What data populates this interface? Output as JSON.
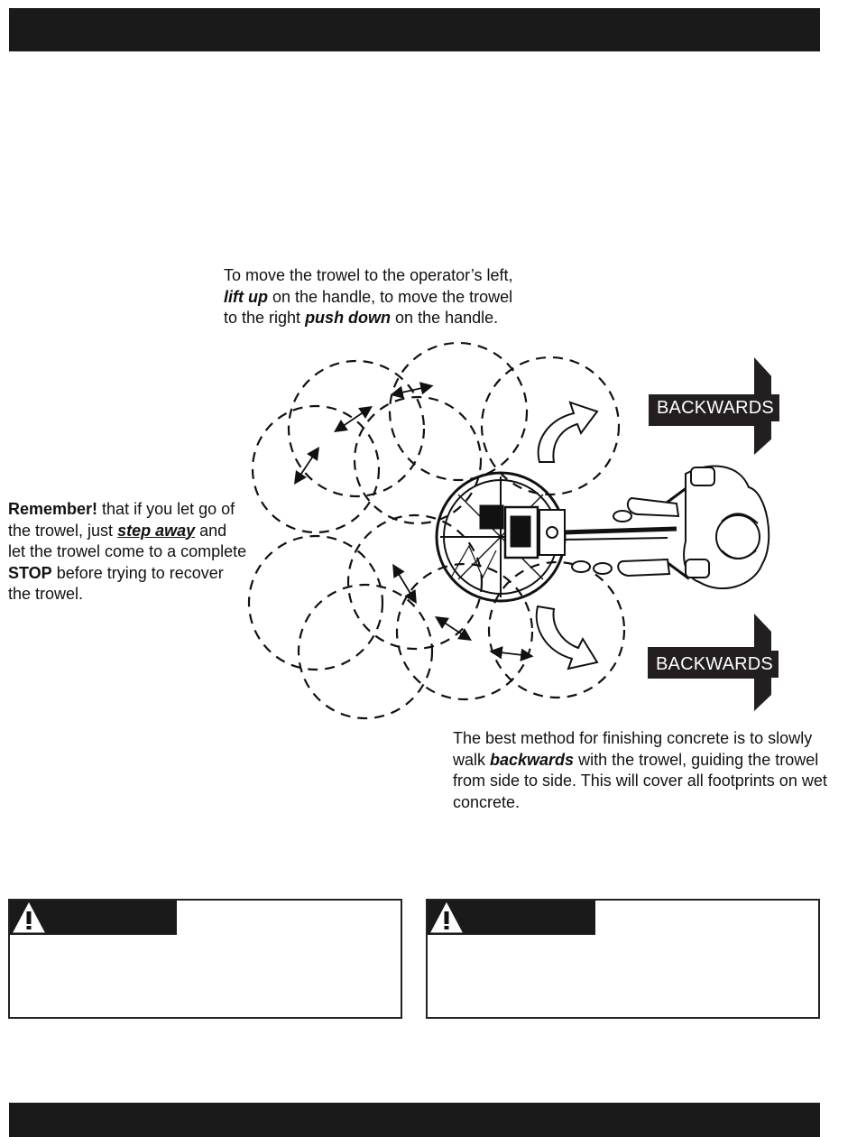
{
  "top_instruction": {
    "p1": "To move the trowel to the operator’s left, ",
    "e1": "lift up",
    "p2": " on the handle, to move the trowel to the right ",
    "e2": "push down",
    "p3": " on the handle."
  },
  "left_note": {
    "b1": "Remember!",
    "p1": " that if you let go of the trowel, just ",
    "e1": "step away",
    "p2": " and let the trowel come to a complete ",
    "b2": "STOP",
    "p3": " before trying to recover the trowel."
  },
  "bottom_instruction": {
    "p1": "The best method for finishing concrete is to slowly walk ",
    "e1": "backwards",
    "p2": " with the trowel, guiding the trowel from side to side. This will cover all footprints on wet concrete."
  },
  "arrows": {
    "top_label": "BACKWARDS",
    "bottom_label": "BACKWARDS"
  },
  "icons": [
    "warning-triangle-icon",
    "warning-triangle-icon"
  ],
  "colors": {
    "bar": "#1a1a1a",
    "arrow": "#231f20",
    "text": "#111111"
  }
}
